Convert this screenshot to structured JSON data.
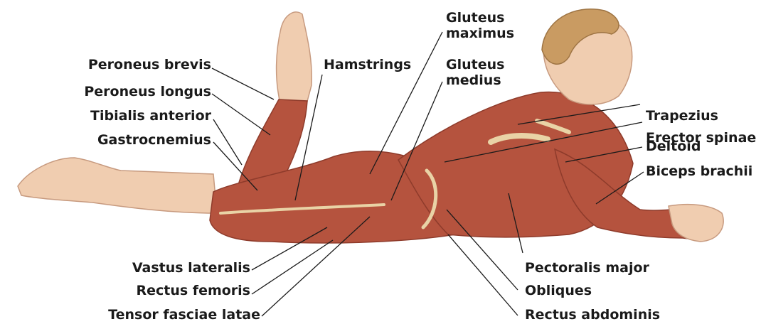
{
  "labels": {
    "gluteus_maximus_1": "Gluteus",
    "gluteus_maximus_2": "maximus",
    "gluteus_medius_1": "Gluteus",
    "gluteus_medius_2": "medius",
    "hamstrings": "Hamstrings",
    "peroneus_brevis": "Peroneus brevis",
    "peroneus_longus": "Peroneus longus",
    "tibialis_anterior": "Tibialis anterior",
    "gastrocnemius": "Gastrocnemius",
    "trapezius": "Trapezius",
    "erector_spinae": "Erector spinae",
    "deltoid": "Deltoid",
    "biceps_brachii": "Biceps brachii",
    "vastus_lateralis": "Vastus lateralis",
    "rectus_femoris": "Rectus femoris",
    "tensor_fasciae_latae": "Tensor fasciae latae",
    "pectoralis_major": "Pectoralis major",
    "obliques": "Obliques",
    "rectus_abdominis": "Rectus abdominis"
  },
  "colors": {
    "skin": "#f0cdb0",
    "muscle": "#b5533e",
    "muscle_dark": "#8e3b2b",
    "tendon": "#e9d3a6",
    "hair": "#c99b62",
    "leader": "#1a1a1a"
  }
}
